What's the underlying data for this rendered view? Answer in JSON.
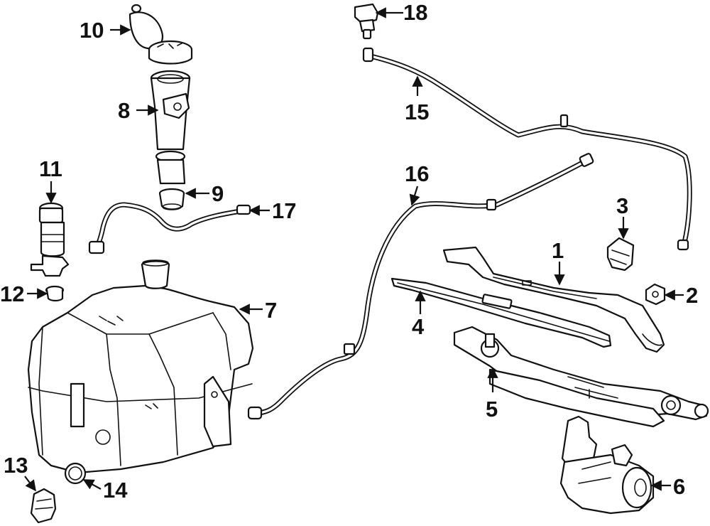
{
  "callouts": [
    {
      "id": "1",
      "text": "1"
    },
    {
      "id": "2",
      "text": "2"
    },
    {
      "id": "3",
      "text": "3"
    },
    {
      "id": "4",
      "text": "4"
    },
    {
      "id": "5",
      "text": "5"
    },
    {
      "id": "6",
      "text": "6"
    },
    {
      "id": "7",
      "text": "7"
    },
    {
      "id": "8",
      "text": "8"
    },
    {
      "id": "9",
      "text": "9"
    },
    {
      "id": "10",
      "text": "10"
    },
    {
      "id": "11",
      "text": "11"
    },
    {
      "id": "12",
      "text": "12"
    },
    {
      "id": "13",
      "text": "13"
    },
    {
      "id": "14",
      "text": "14"
    },
    {
      "id": "15",
      "text": "15"
    },
    {
      "id": "16",
      "text": "16"
    },
    {
      "id": "17",
      "text": "17"
    },
    {
      "id": "18",
      "text": "18"
    }
  ],
  "colors": {
    "line": "#111111",
    "background": "#ffffff"
  }
}
